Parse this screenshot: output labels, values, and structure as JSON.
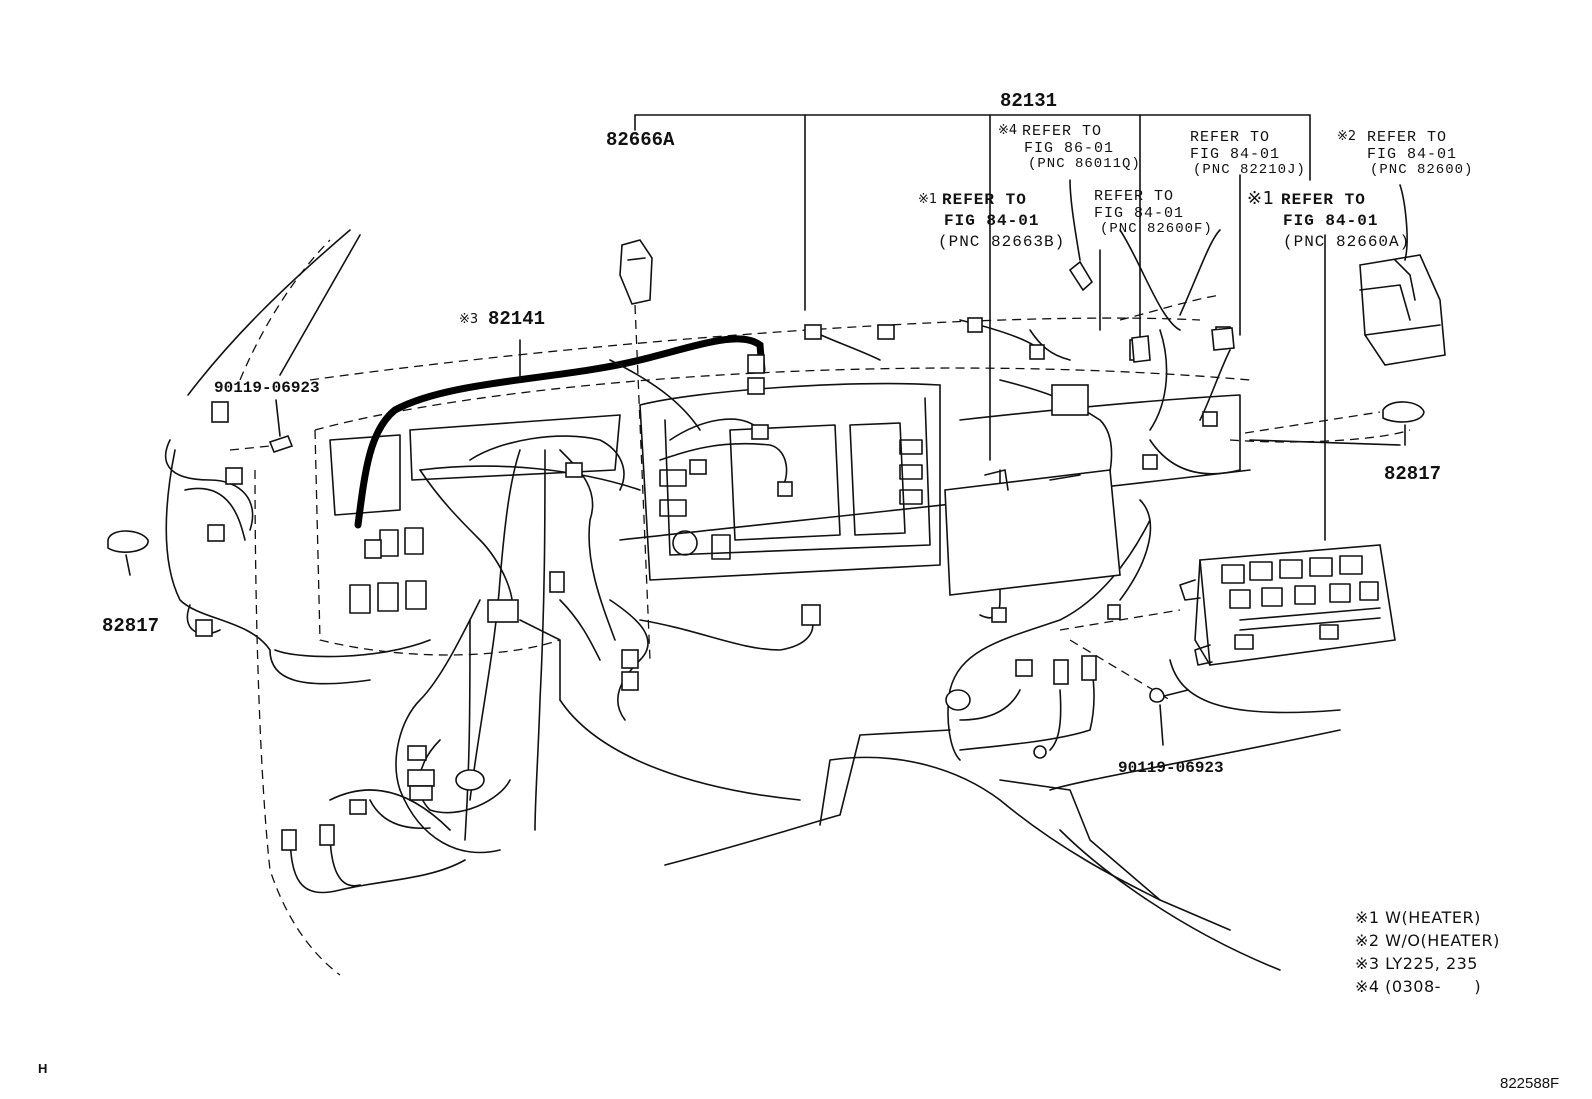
{
  "parts": {
    "main_harness": "82131",
    "bracket": "82666A",
    "sub_harness": "82141",
    "bolt_left": "90119-06923",
    "bolt_right": "90119-06923",
    "clamp_left": "82817",
    "clamp_right": "82817"
  },
  "marks": {
    "sub_harness": "※3",
    "ref_86": "※4",
    "ref_82663": "※1",
    "ref_82600": "※2",
    "ref_82660": "※1"
  },
  "refs": {
    "ref_86": [
      "REFER TO",
      "FIG 86-01",
      "(PNC 86011Q)"
    ],
    "ref_82210": [
      "REFER TO",
      "FIG 84-01",
      "(PNC 82210J)"
    ],
    "ref_82600": [
      "REFER TO",
      "FIG 84-01",
      "(PNC 82600)"
    ],
    "ref_82663": [
      "REFER TO",
      "FIG 84-01",
      "(PNC 82663B)"
    ],
    "ref_82600f": [
      "REFER TO",
      "FIG 84-01",
      "(PNC 82600F)"
    ],
    "ref_82660": [
      "REFER TO",
      "FIG 84-01",
      "(PNC 82660A)"
    ]
  },
  "legend": [
    "※1 W(HEATER)",
    "※2 W/O(HEATER)",
    "※3 LY225, 235",
    "※4 (0308-      )"
  ],
  "footer": {
    "left_mark": "H",
    "figure_id": "822588F"
  }
}
